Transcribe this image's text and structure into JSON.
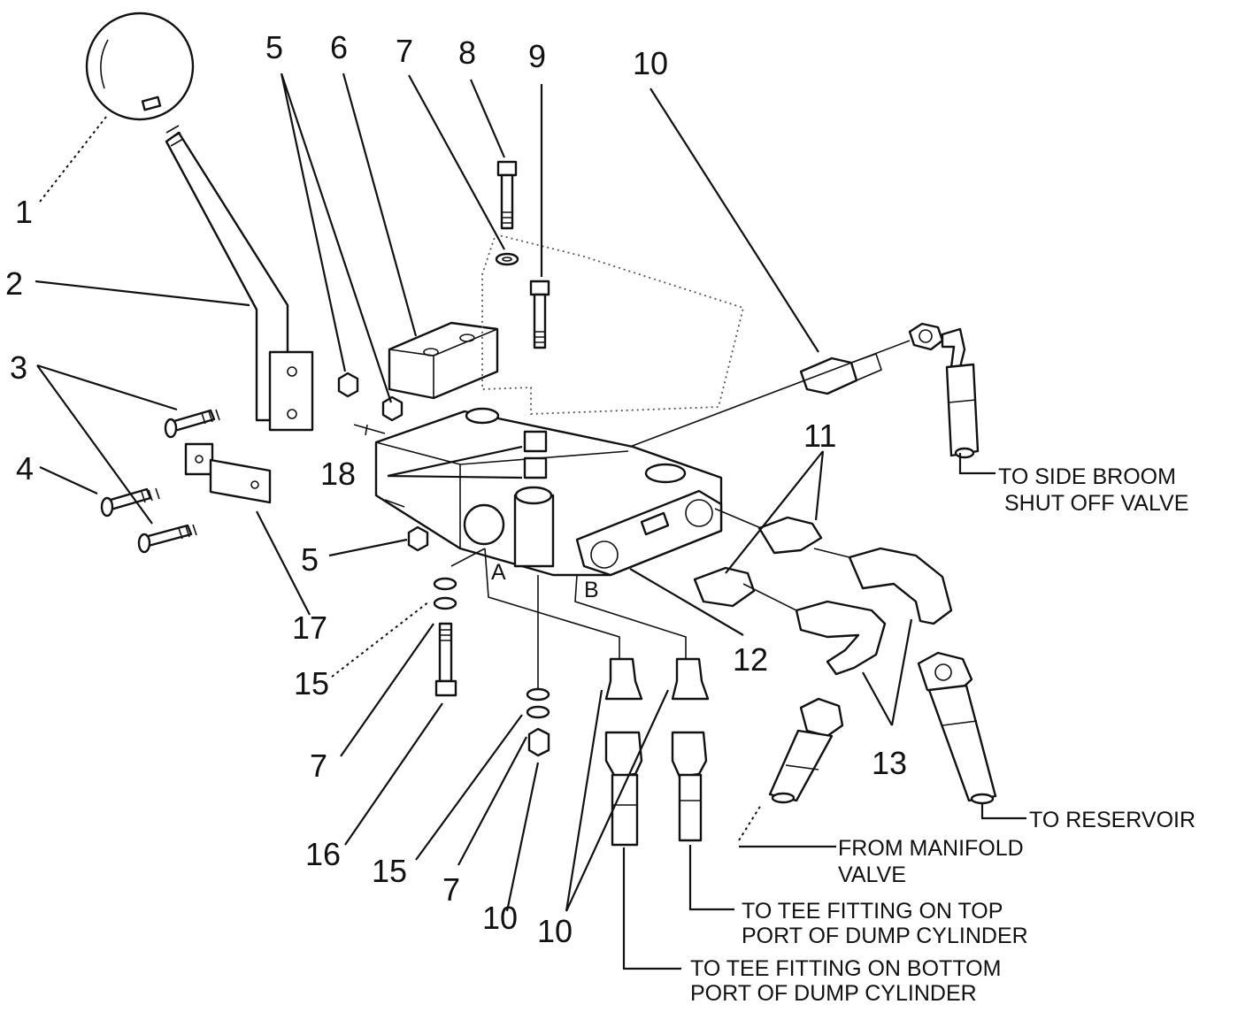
{
  "labels": {
    "n1": "1",
    "n2": "2",
    "n3": "3",
    "n4": "4",
    "n5a": "5",
    "n5b": "5",
    "n6": "6",
    "n7a": "7",
    "n7b": "7",
    "n7c": "7",
    "n8": "8",
    "n9": "9",
    "n10a": "10",
    "n10b": "10",
    "n10c": "10",
    "n11": "11",
    "n12": "12",
    "n13": "13",
    "n15a": "15",
    "n15b": "15",
    "n16": "16",
    "n17": "17",
    "n18": "18",
    "portA": "A",
    "portB": "B"
  },
  "notes": {
    "side_broom": [
      "TO SIDE BROOM",
      "SHUT OFF VALVE"
    ],
    "reservoir": "TO RESERVOIR",
    "manifold": [
      "FROM MANIFOLD",
      "VALVE"
    ],
    "tee_top": [
      "TO TEE FITTING ON TOP",
      "PORT OF DUMP CYLINDER"
    ],
    "tee_bottom": [
      "TO TEE FITTING ON BOTTOM",
      "PORT OF DUMP CYLINDER"
    ]
  }
}
